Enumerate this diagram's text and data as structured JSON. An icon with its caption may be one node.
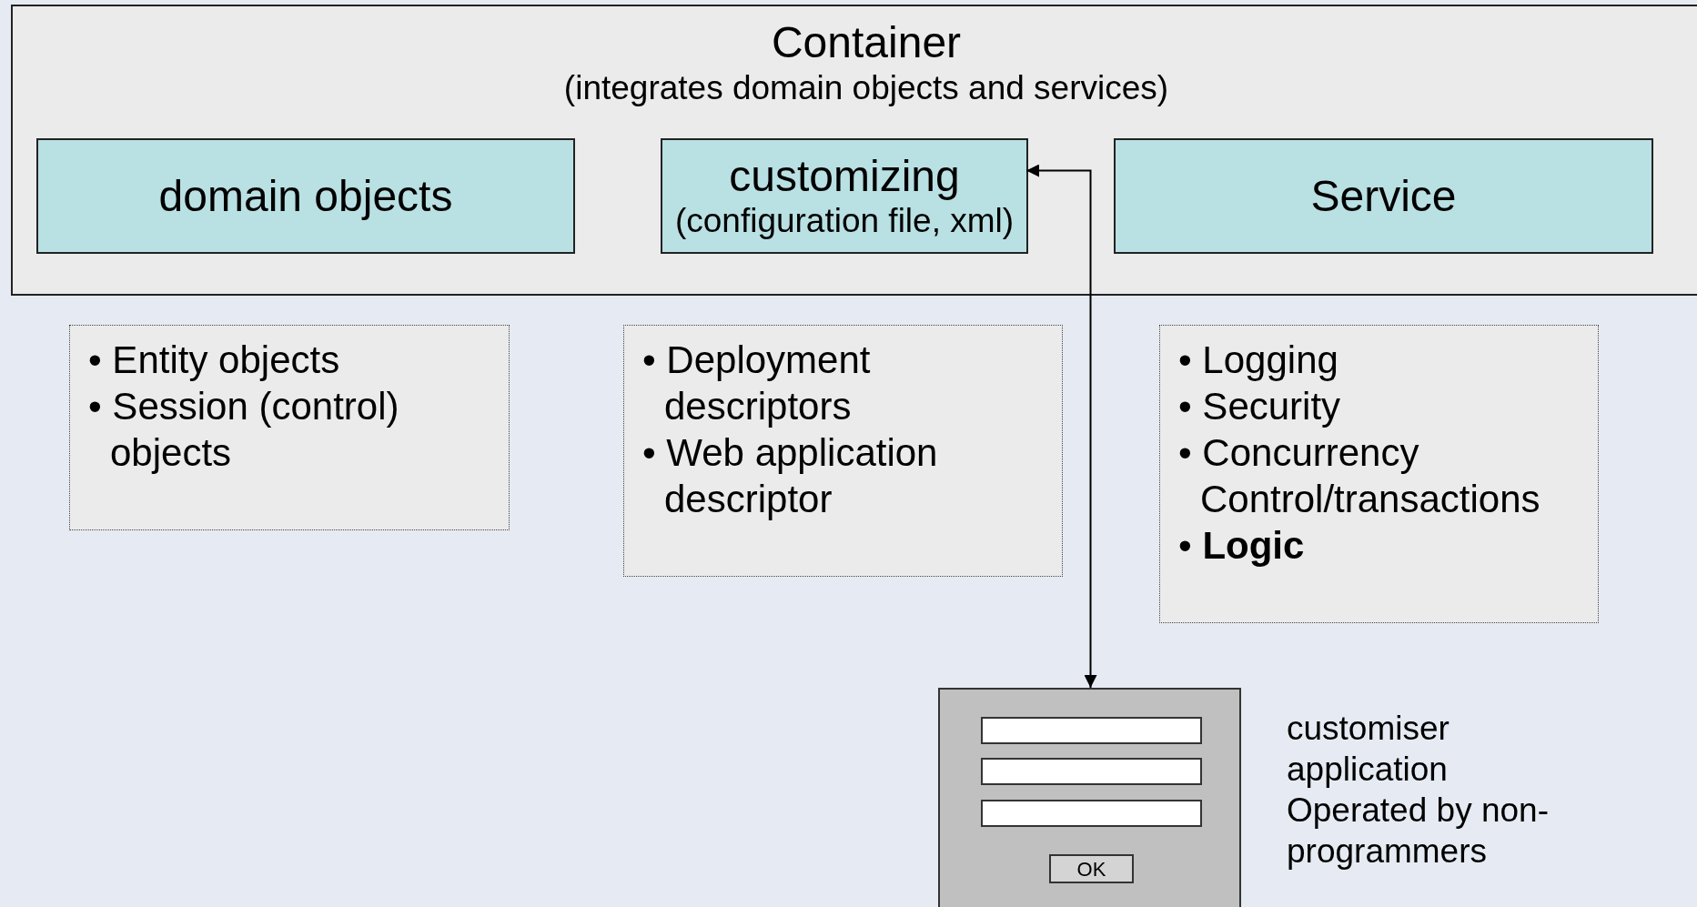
{
  "diagram": {
    "nodes": [
      {
        "text": [
          "Container",
          "(integrates domain objects and services)"
        ]
      },
      {
        "text": [
          "domain objects"
        ],
        "in": 0
      },
      {
        "text": [
          "customizing",
          "(configuration file, xml)"
        ],
        "in": 0
      },
      {
        "text": [
          "Service"
        ],
        "in": 0
      },
      {
        "text": [
          "• Entity objects",
          "• Session (control) objects"
        ]
      },
      {
        "text": [
          "• Deployment descriptors",
          "• Web application descriptor"
        ]
      },
      {
        "text": [
          "• Logging",
          "• Security",
          "• Concurrency Control/transactions",
          "• **Logic**"
        ]
      },
      {
        "text": [],
        "shape": "box",
        "beside": [
          "customiser application Operated by non-programmers"
        ]
      }
    ],
    "edges": [
      {
        "from": 7,
        "to": 2,
        "arrow": "both"
      }
    ],
    "labels": [
      "OK"
    ]
  }
}
